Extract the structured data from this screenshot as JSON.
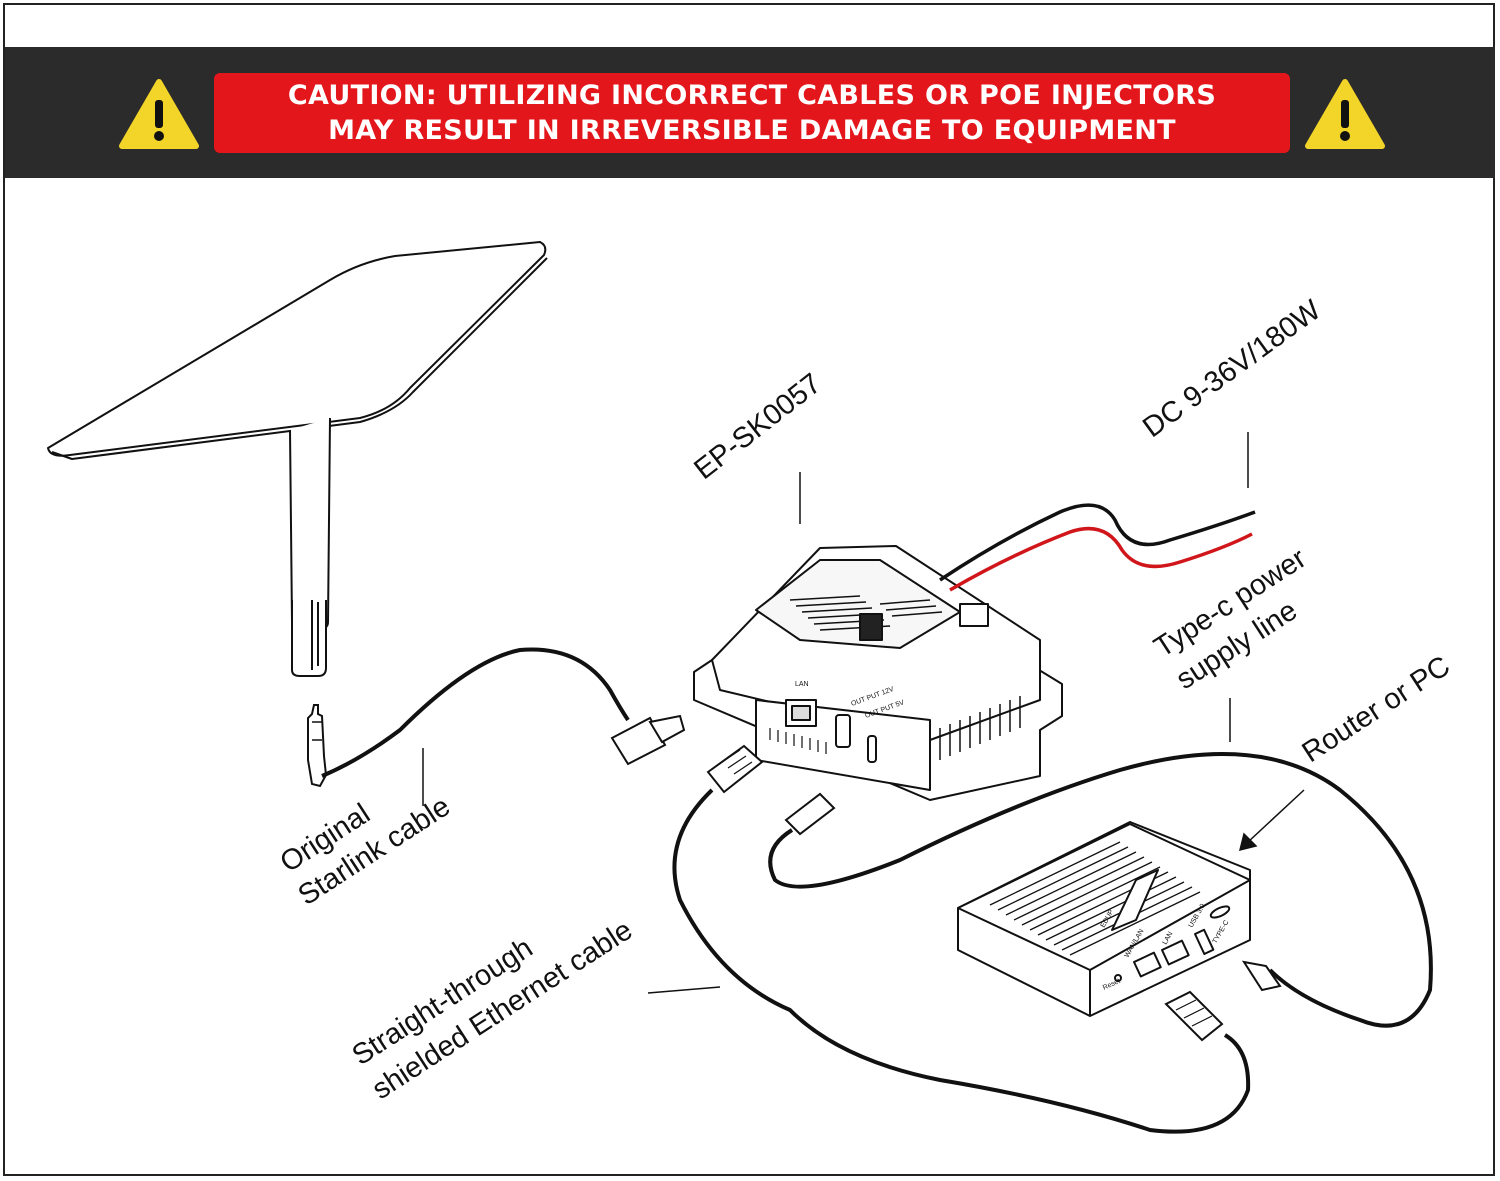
{
  "banner": {
    "line1": "CAUTION: UTILIZING INCORRECT CABLES OR POE INJECTORS",
    "line2": "MAY RESULT IN IRREVERSIBLE DAMAGE TO EQUIPMENT",
    "color": "#e3161b",
    "background": "#2b2b2b",
    "warning_icon_color": "#f3d52a"
  },
  "labels": {
    "device_model": "EP-SK0057",
    "power_input": "DC 9-36V/180W",
    "typec_line1": "Type-c power",
    "typec_line2": "supply line",
    "router": "Router or PC",
    "starlink_line1": "Original",
    "starlink_line2": "Starlink cable",
    "ethernet_line1": "Straight-through",
    "ethernet_line2": "shielded Ethernet cable"
  },
  "device_ports": {
    "lan": "LAN",
    "out_12v": "OUT PUT 12V",
    "out_5v": "OUT PUT 5V"
  },
  "router_ports": {
    "reset": "Reset",
    "wan_lan": "WAN/LAN",
    "lan": "LAN",
    "usb": "USB 3.0",
    "type_c": "TYPE-C",
    "brand": "EDUP"
  }
}
